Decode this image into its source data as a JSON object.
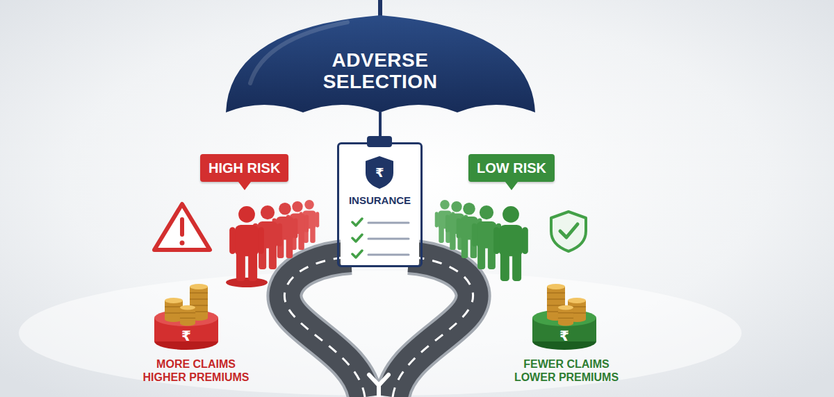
{
  "diagram": {
    "title": "ADVERSE SELECTION",
    "nodes": [
      {
        "text": [
          "HIGH RISK"
        ]
      },
      {
        "text": [
          "INSURANCE"
        ]
      },
      {
        "text": [
          "LOW RISK"
        ]
      }
    ],
    "labels": [
      "₹",
      "₹",
      "MORE CLAIMS HIGHER PREMIUMS",
      "₹",
      "FEWER CLAIMS LOWER PREMIUMS"
    ]
  }
}
